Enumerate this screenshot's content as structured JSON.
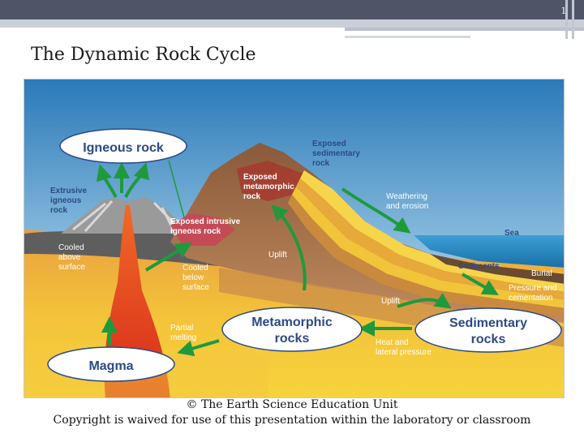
{
  "header": {
    "slide_number": "1"
  },
  "slide": {
    "title": "The Dynamic Rock Cycle"
  },
  "diagram": {
    "rock_types": {
      "igneous": "Igneous rock",
      "metamorphic_line1": "Metamorphic",
      "metamorphic_line2": "rocks",
      "sedimentary_line1": "Sedimentary",
      "sedimentary_line2": "rocks",
      "magma": "Magma"
    },
    "labels": {
      "extrusive": [
        "Extrusive",
        "igneous",
        "rock"
      ],
      "cooled_above": [
        "Cooled",
        "above",
        "surface"
      ],
      "exposed_intrusive": [
        "Exposed intrusive",
        "igneous rock"
      ],
      "cooled_below": [
        "Cooled",
        "below",
        "surface"
      ],
      "exposed_metamorphic": [
        "Exposed",
        "metamorphic",
        "rock"
      ],
      "exposed_sedimentary": [
        "Exposed",
        "sedimentary",
        "rock"
      ],
      "weathering": [
        "Weathering",
        "and erosion"
      ],
      "sea": "Sea",
      "sediments": "Sediments",
      "burial": "Burial",
      "pressure": [
        "Pressure and",
        "cementation"
      ],
      "uplift_top": "Uplift",
      "uplift_bottom": "Uplift",
      "partial_melting": [
        "Partial",
        "melting"
      ],
      "heat_pressure": [
        "Heat and",
        "lateral pressure"
      ]
    },
    "colors": {
      "sky_top": "#2b7ab8",
      "sky_bottom": "#b7d6ea",
      "sea": "#2f8fc8",
      "mountain": "#a8704a",
      "magma": "#e0301e",
      "sediment_yellow": "#f2c230",
      "ground_orange": "#f0a830",
      "arrow_green": "#1e9a3c",
      "label_dark_blue": "#2c4a86",
      "label_white": "#ffffff"
    }
  },
  "footer": {
    "credit": "© The Earth Science Education Unit",
    "copyright": "Copyright is waived for use of this presentation within the laboratory or classroom"
  }
}
